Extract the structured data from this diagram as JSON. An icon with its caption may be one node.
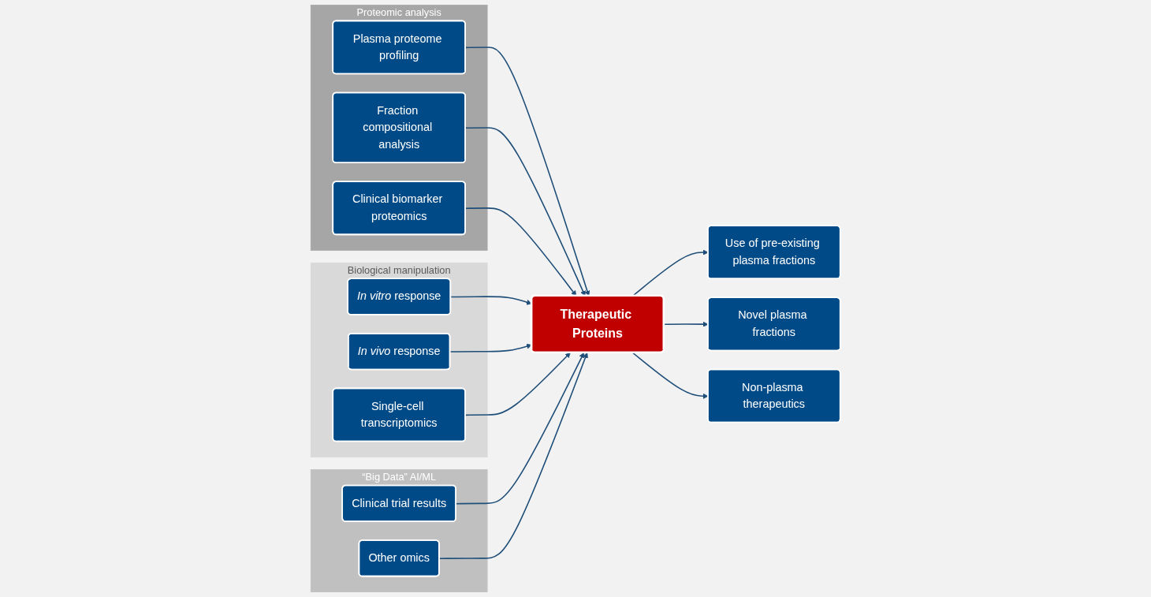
{
  "diagram": {
    "nodes": [
      {
        "text": [
          "Proteomic analysis"
        ]
      },
      {
        "text": [
          "Plasma proteome profiling"
        ],
        "in": 0
      },
      {
        "text": [
          "Fraction compositional analysis"
        ],
        "in": 0
      },
      {
        "text": [
          "Clinical biomarker proteomics"
        ],
        "in": 0
      },
      {
        "text": [
          "Biological manipulation"
        ]
      },
      {
        "text": [
          "*In vitro* response"
        ],
        "in": 4
      },
      {
        "text": [
          "*In vivo* response"
        ],
        "in": 4
      },
      {
        "text": [
          "Single-cell transcriptomics"
        ],
        "in": 4
      },
      {
        "text": [
          "Therapeutic Proteins"
        ]
      },
      {
        "text": [
          "“Big Data” AI/ML"
        ]
      },
      {
        "text": [
          "Clinical trial results"
        ],
        "in": 9
      },
      {
        "text": [
          "Other omics"
        ],
        "in": 9
      },
      {
        "text": [
          "Use of pre-existing plasma fractions"
        ]
      },
      {
        "text": [
          "Novel plasma fractions"
        ]
      },
      {
        "text": [
          "Non-plasma therapeutics"
        ]
      }
    ],
    "edges": [
      {
        "from": 1,
        "to": 8,
        "arrow": "to"
      },
      {
        "from": 2,
        "to": 8,
        "arrow": "to"
      },
      {
        "from": 3,
        "to": 8,
        "arrow": "to"
      },
      {
        "from": 5,
        "to": 8,
        "arrow": "to"
      },
      {
        "from": 6,
        "to": 8,
        "arrow": "to"
      },
      {
        "from": 7,
        "to": 8,
        "arrow": "to"
      },
      {
        "from": 10,
        "to": 8,
        "arrow": "to"
      },
      {
        "from": 11,
        "to": 8,
        "arrow": "to"
      },
      {
        "from": 8,
        "to": 12,
        "arrow": "to"
      },
      {
        "from": 8,
        "to": 13,
        "arrow": "to"
      },
      {
        "from": 8,
        "to": 14,
        "arrow": "to"
      }
    ]
  }
}
